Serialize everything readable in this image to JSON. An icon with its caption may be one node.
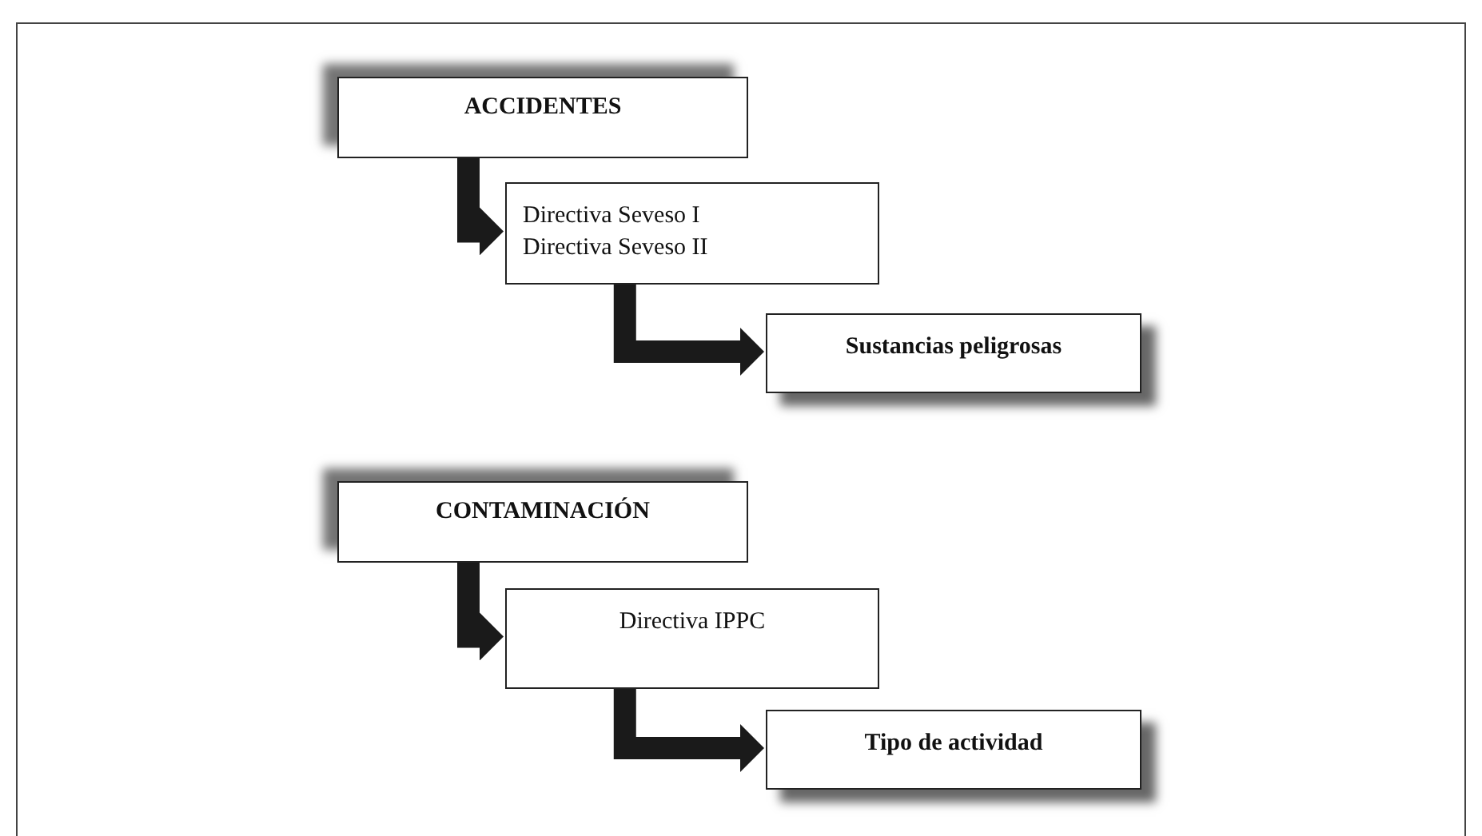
{
  "diagram": {
    "nodes": [
      {
        "text": [
          "ACCIDENTES"
        ]
      },
      {
        "text": [
          "Directiva Seveso I",
          "Directiva Seveso II"
        ]
      },
      {
        "text": [
          "Sustancias peligrosas"
        ]
      },
      {
        "text": [
          "CONTAMINACIÓN"
        ]
      },
      {
        "text": [
          "Directiva IPPC"
        ]
      },
      {
        "text": [
          "Tipo de actividad"
        ]
      }
    ],
    "edges": [
      {
        "from": 0,
        "to": 1,
        "arrow": "to"
      },
      {
        "from": 1,
        "to": 2,
        "arrow": "to"
      },
      {
        "from": 3,
        "to": 4,
        "arrow": "to"
      },
      {
        "from": 4,
        "to": 5,
        "arrow": "to"
      }
    ]
  }
}
